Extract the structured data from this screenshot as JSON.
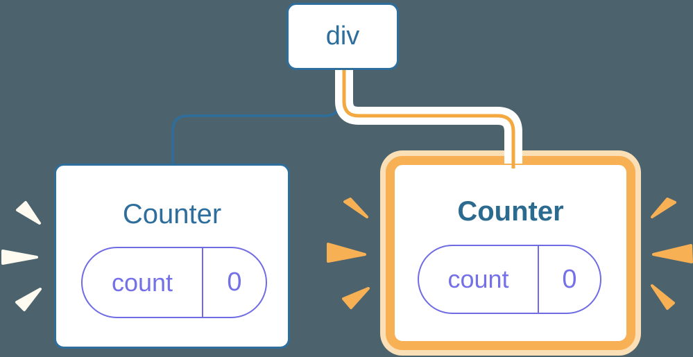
{
  "colors": {
    "bg": "#4C636D",
    "blue": "#2E6E9D",
    "blue-dark": "#2B6B8F",
    "purple": "#6F6BE4",
    "purple-text": "#7470E8",
    "orange": "#F8B055",
    "orange-line": "#F3A93F",
    "peach": "#FBDFB6",
    "white-spark": "#FFFBF0",
    "card": "#FFFFFF"
  },
  "tree": {
    "root": {
      "label": "div"
    },
    "left_child": {
      "title": "Counter",
      "state_key": "count",
      "state_value": "0"
    },
    "right_child": {
      "title": "Counter",
      "state_key": "count",
      "state_value": "0"
    }
  }
}
